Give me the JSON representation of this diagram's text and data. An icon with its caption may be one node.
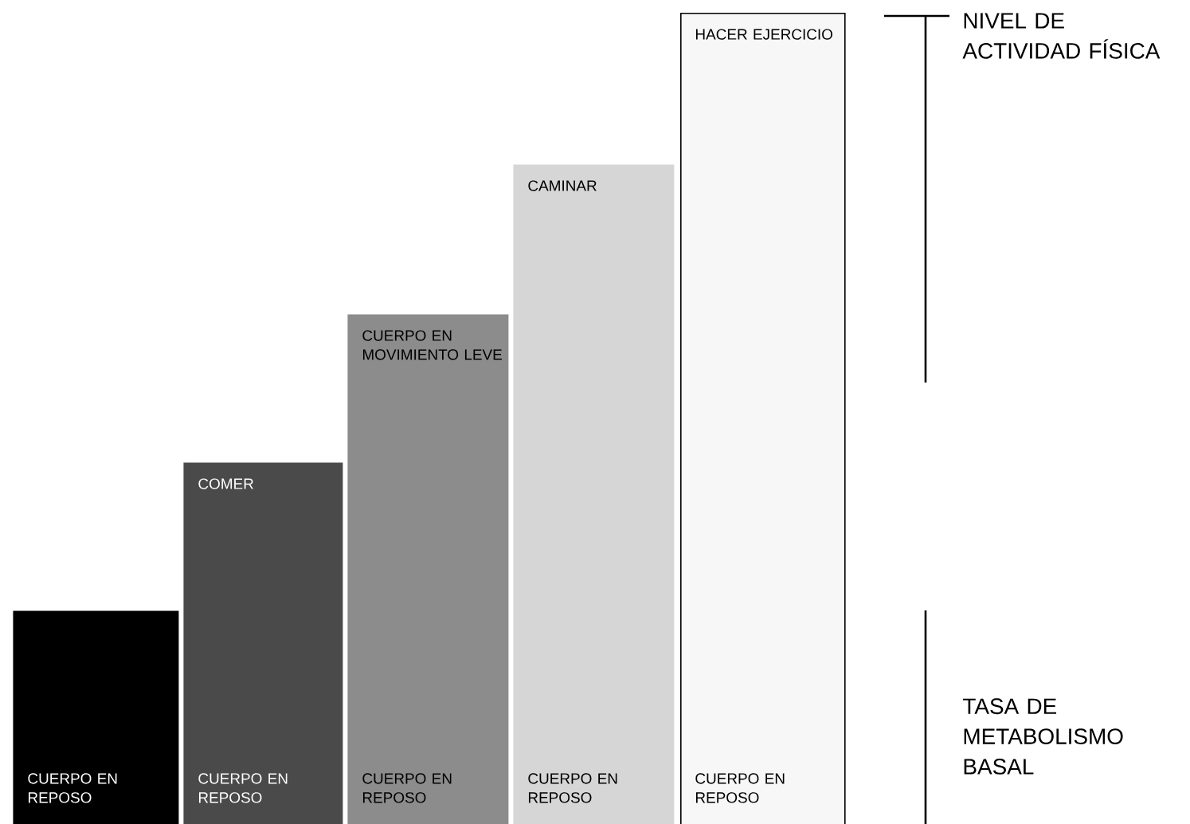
{
  "diagram": {
    "nodes": [
      {
        "text": [
          "CUERPO EN REPOSO"
        ]
      },
      {
        "text": [
          "COMER",
          "CUERPO EN REPOSO"
        ]
      },
      {
        "text": [
          "CUERPO EN MOVIMIENTO LEVE",
          "CUERPO EN REPOSO"
        ]
      },
      {
        "text": [
          "CAMINAR",
          "CUERPO EN REPOSO"
        ]
      },
      {
        "text": [
          "HACER EJERCICIO",
          "CUERPO EN REPOSO"
        ]
      }
    ],
    "labels": [
      "NIVEL DE ACTIVIDAD FÍSICA",
      "TASA DE METABOLISMO BASAL"
    ]
  }
}
